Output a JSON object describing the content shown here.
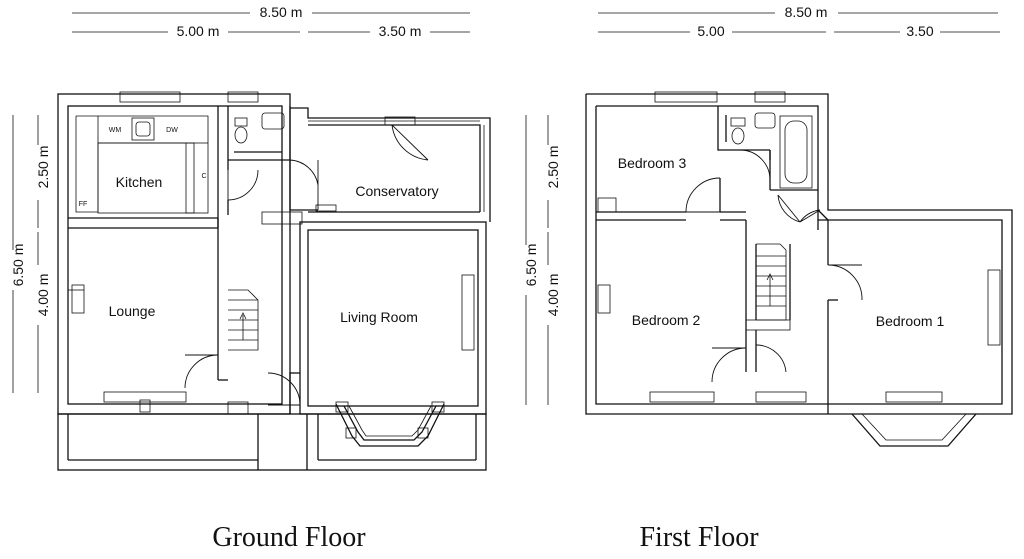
{
  "dimensions": {
    "ground": {
      "overall_width": "8.50 m",
      "left_width": "5.00 m",
      "right_width": "3.50 m",
      "overall_depth": "6.50 m",
      "top_depth": "2.50 m",
      "bottom_depth": "4.00 m"
    },
    "first": {
      "overall_width": "8.50 m",
      "left_width": "5.00",
      "right_width": "3.50",
      "overall_depth": "6.50 m",
      "top_depth": "2.50 m",
      "bottom_depth": "4.00 m"
    }
  },
  "ground_floor": {
    "caption": "Ground Floor",
    "rooms": {
      "kitchen": "Kitchen",
      "conservatory": "Conservatory",
      "lounge": "Lounge",
      "living_room": "Living Room"
    },
    "fixtures": {
      "wm": "WM",
      "dw": "DW",
      "ff": "FF",
      "c": "C"
    }
  },
  "first_floor": {
    "caption": "First Floor",
    "rooms": {
      "bedroom3": "Bedroom 3",
      "bedroom2": "Bedroom 2",
      "bedroom1": "Bedroom 1"
    }
  }
}
